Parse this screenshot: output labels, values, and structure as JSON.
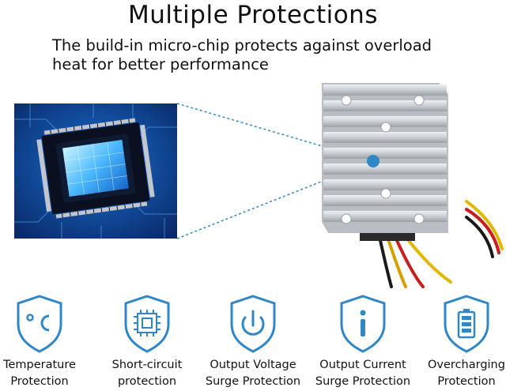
{
  "title": "Multiple Protections",
  "subtitle_line1": "The build-in micro-chip protects against overload",
  "subtitle_line2": "heat for better performance",
  "accent_color": "#2f87c8",
  "features": [
    {
      "icon": "thermometer-celsius-icon",
      "line1": "Temperature",
      "line2": "Protection"
    },
    {
      "icon": "short-circuit-icon",
      "line1": "Short-circuit",
      "line2": "protection"
    },
    {
      "icon": "power-voltage-icon",
      "line1": "Output Voltage",
      "line2": "Surge Protection"
    },
    {
      "icon": "info-current-icon",
      "line1": "Output Current",
      "line2": "Surge Protection"
    },
    {
      "icon": "battery-charging-icon",
      "line1": "Overcharging",
      "line2": "Protection"
    }
  ]
}
